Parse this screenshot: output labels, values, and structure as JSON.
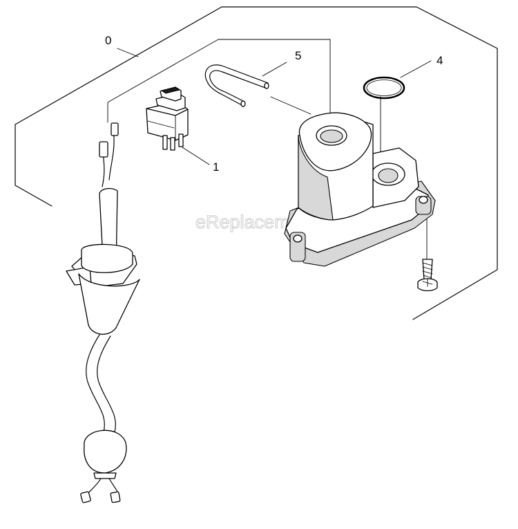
{
  "callouts": {
    "assembly": "0",
    "switch": "1",
    "o_ring": "4",
    "hose_clip": "5"
  },
  "watermark": "eReplacementParts.com",
  "colors": {
    "line": "#000000",
    "background": "#ffffff",
    "watermark": "#cfcfcf",
    "shade": "#d8d8d8"
  }
}
